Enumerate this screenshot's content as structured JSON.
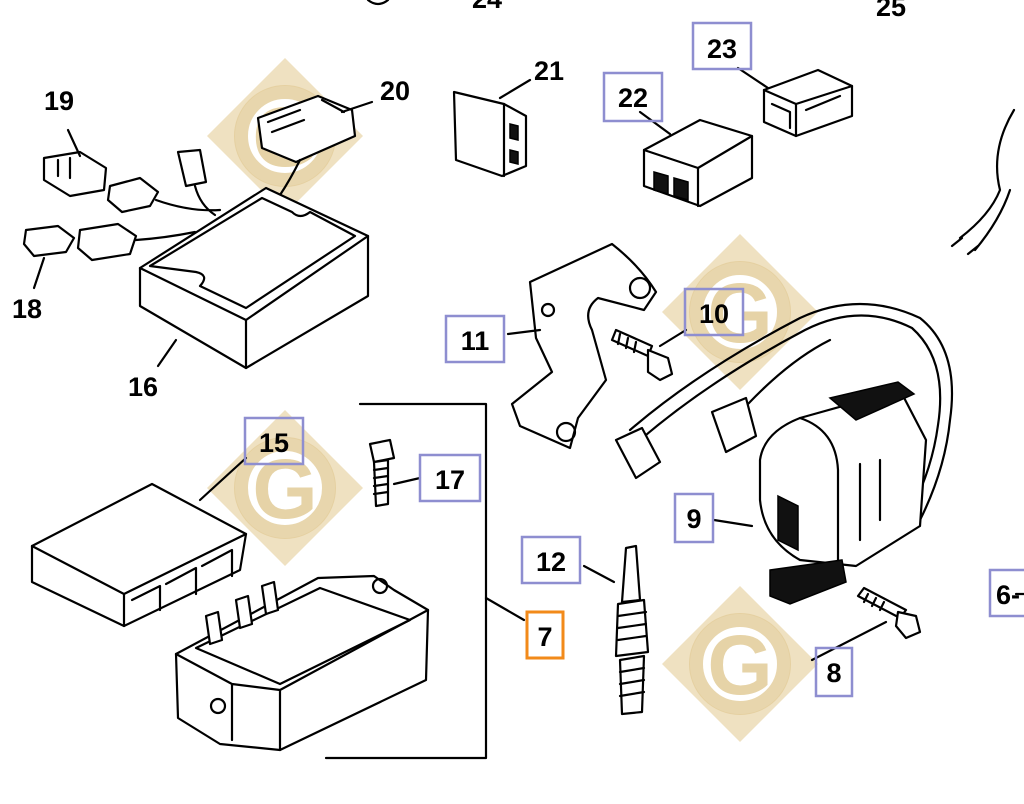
{
  "diagram": {
    "type": "exploded parts diagram",
    "selected_part": "7",
    "parts": [
      {
        "id": "p24",
        "label": "24",
        "boxed": false
      },
      {
        "id": "p25",
        "label": "25",
        "boxed": false
      },
      {
        "id": "p19",
        "label": "19",
        "boxed": false
      },
      {
        "id": "p20",
        "label": "20",
        "boxed": false
      },
      {
        "id": "p21",
        "label": "21",
        "boxed": false
      },
      {
        "id": "p22",
        "label": "22",
        "boxed": true
      },
      {
        "id": "p23",
        "label": "23",
        "boxed": true
      },
      {
        "id": "p18",
        "label": "18",
        "boxed": false
      },
      {
        "id": "p16",
        "label": "16",
        "boxed": false
      },
      {
        "id": "p11",
        "label": "11",
        "boxed": true
      },
      {
        "id": "p10",
        "label": "10",
        "boxed": true
      },
      {
        "id": "p15",
        "label": "15",
        "boxed": true
      },
      {
        "id": "p17",
        "label": "17",
        "boxed": true
      },
      {
        "id": "p9",
        "label": "9",
        "boxed": true
      },
      {
        "id": "p12",
        "label": "12",
        "boxed": true
      },
      {
        "id": "p7",
        "label": "7",
        "boxed": true,
        "highlighted": true
      },
      {
        "id": "p6",
        "label": "6-",
        "boxed": true
      },
      {
        "id": "p8",
        "label": "8",
        "boxed": true
      }
    ],
    "watermark": {
      "glyph": "G",
      "color": "#e2cc98"
    },
    "colors": {
      "label_box": "#8e8ed0",
      "selected_box": "#f28a1a",
      "line": "#000000"
    }
  }
}
